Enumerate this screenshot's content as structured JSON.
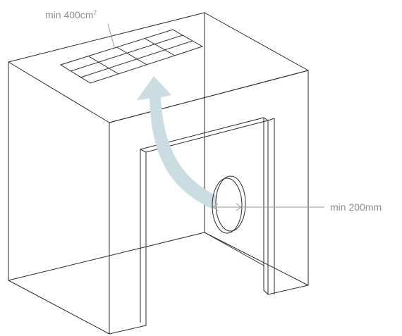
{
  "vent_label": {
    "text": "min 400cm",
    "superscript": "2"
  },
  "duct_label": {
    "text": "min 200mm"
  },
  "colors": {
    "outline": "#2b2b2b",
    "airflow_arrow": "#c9dde2",
    "annotation": "#8e8e8e"
  },
  "icons": [
    "airflow-arrow",
    "dimension-arrow",
    "vent-grille",
    "duct-opening"
  ]
}
